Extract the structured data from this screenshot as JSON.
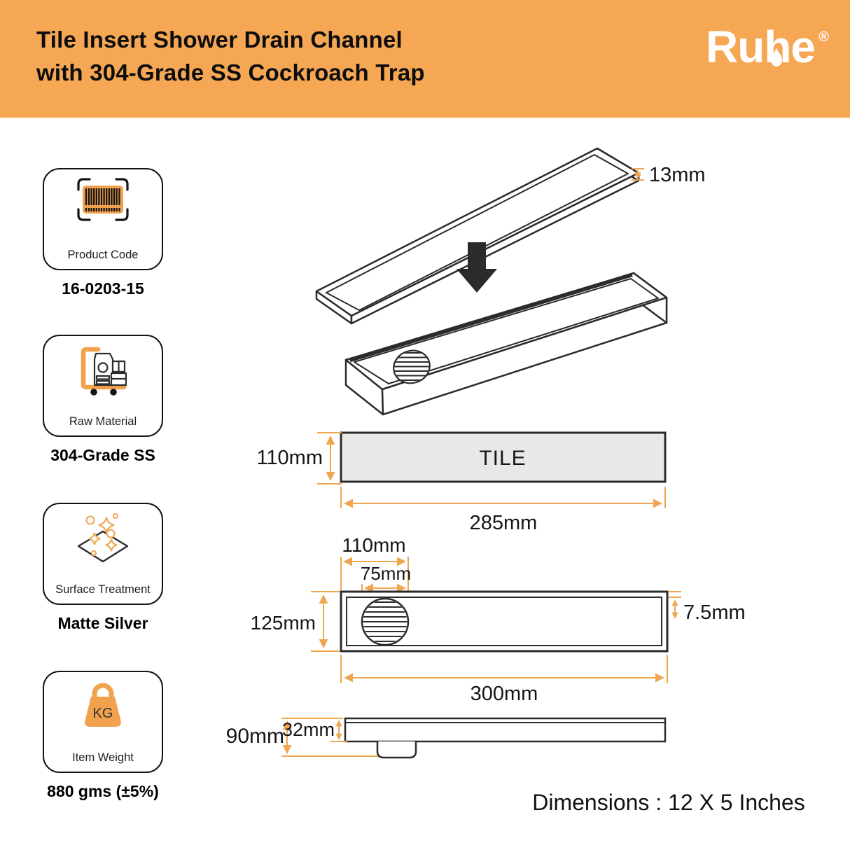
{
  "header": {
    "title_line1": "Tile Insert Shower Drain Channel",
    "title_line2": "with 304-Grade SS Cockroach Trap",
    "brand": "Ruhe",
    "registered_mark": "®",
    "bg_color": "#F6A754"
  },
  "spec_cards": [
    {
      "icon": "barcode-icon",
      "label": "Product Code",
      "value": "16-0203-15"
    },
    {
      "icon": "trolley-icon",
      "label": "Raw Material",
      "value": "304-Grade SS"
    },
    {
      "icon": "sparkle-diamond-icon",
      "label": "Surface Treatment",
      "value": "Matte Silver"
    },
    {
      "icon": "weight-icon",
      "label": "Item Weight",
      "value": "880 gms (±5%)",
      "weight_unit": "KG"
    }
  ],
  "diagram": {
    "labels": {
      "frame_lip_height": "13mm",
      "tile_text": "TILE",
      "tile_height": "110mm",
      "tile_width": "285mm",
      "drain_offset": "110mm",
      "trap_diameter": "75mm",
      "channel_width": "125mm",
      "rim_gap": "7.5mm",
      "channel_length": "300mm",
      "side_height_total": "90mm",
      "side_height_body": "32mm"
    },
    "colors": {
      "dimension_orange": "#EFA64F",
      "outline": "#2B2B2B",
      "tile_fill": "#E8E8E6",
      "icon_orange": "#F2A14C",
      "header_bg": "#F6A754"
    }
  },
  "footer": {
    "dimensions_text": "Dimensions : 12 X 5 Inches"
  }
}
